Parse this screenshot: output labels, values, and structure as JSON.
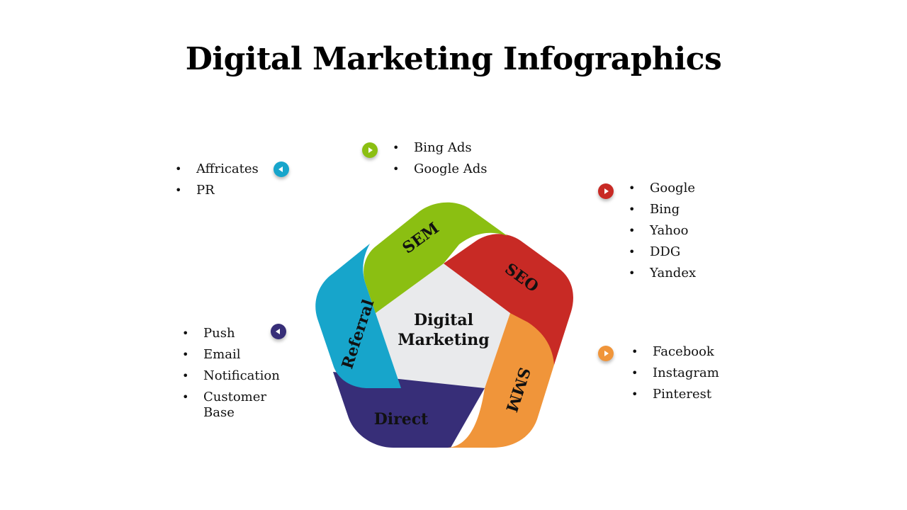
{
  "title": "Digital Marketing Infographics",
  "center": {
    "line1": "Digital",
    "line2": "Marketing"
  },
  "segments": [
    {
      "label": "SEM",
      "color": "#8BBF12",
      "items": [
        "Bing Ads",
        "Google Ads"
      ],
      "arrow": "right"
    },
    {
      "label": "SEO",
      "color": "#C82A25",
      "items": [
        "Google",
        "Bing",
        "Yahoo",
        "DDG",
        "Yandex"
      ],
      "arrow": "right"
    },
    {
      "label": "SMM",
      "color": "#F0953A",
      "items": [
        "Facebook",
        "Instagram",
        "Pinterest"
      ],
      "arrow": "right"
    },
    {
      "label": "Direct",
      "color": "#372E78",
      "items": [
        "Push",
        "Email",
        "Notification",
        "Customer Base"
      ],
      "arrow": "left"
    },
    {
      "label": "Referral",
      "color": "#17A5CB",
      "items": [
        "Affricates",
        "PR"
      ],
      "arrow": "left"
    }
  ],
  "center_color": "#E9EAEC"
}
